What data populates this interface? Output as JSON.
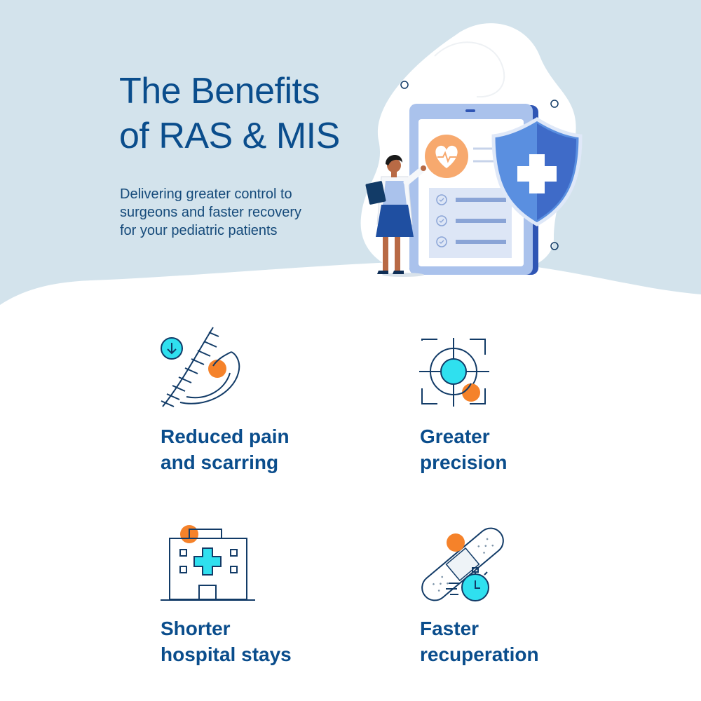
{
  "hero": {
    "title_lines": [
      "The Benefits",
      "of RAS & MIS"
    ],
    "subtitle_lines": [
      "Delivering greater control to",
      "surgeons and faster recovery",
      "for your pediatric patients"
    ]
  },
  "colors": {
    "hero_background": "#d3e3ec",
    "title": "#0a4d8c",
    "benefit_heading": "#0a4d8c",
    "icon_stroke": "#123b67",
    "accent_cyan": "#2fe0ef",
    "accent_orange": "#f5822a"
  },
  "benefits": [
    {
      "icon": "incision-scar-icon",
      "lines": [
        "Reduced pain",
        "and scarring"
      ]
    },
    {
      "icon": "crosshair-target-icon",
      "lines": [
        "Greater",
        "precision"
      ]
    },
    {
      "icon": "hospital-building-icon",
      "lines": [
        "Shorter",
        "hospital stays"
      ]
    },
    {
      "icon": "bandage-stopwatch-icon",
      "lines": [
        "Faster",
        "recuperation"
      ]
    }
  ]
}
